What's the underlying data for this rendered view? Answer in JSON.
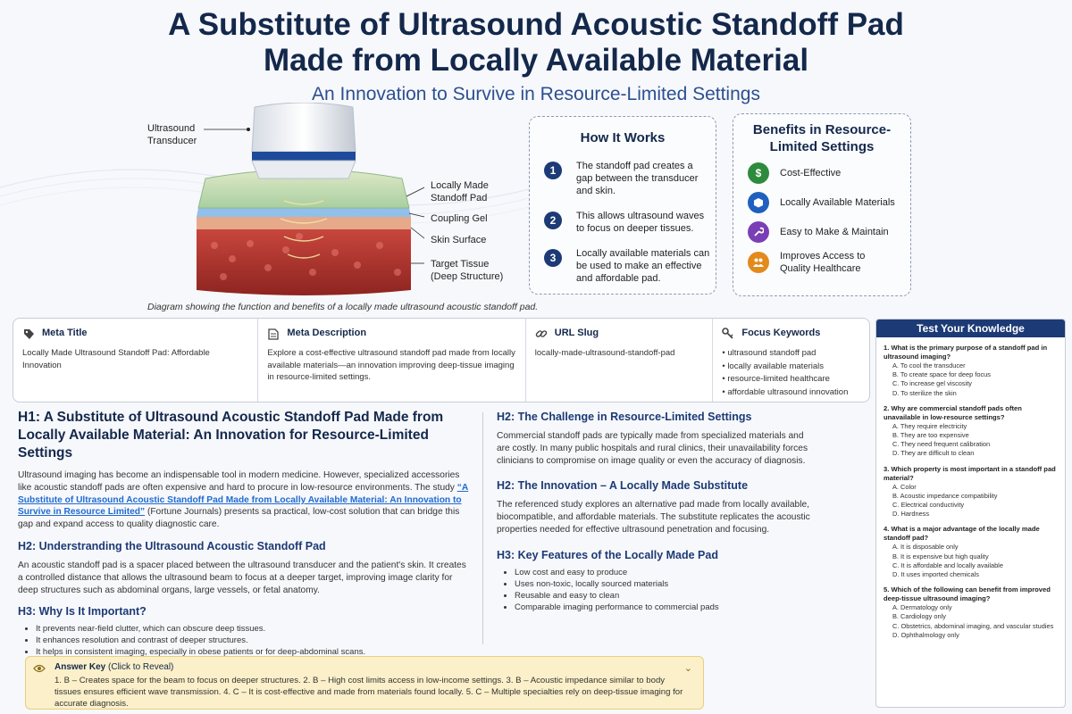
{
  "header": {
    "title_line1": "A Substitute of Ultrasound Acoustic Standoff Pad",
    "title_line2": "Made from Locally Available Material",
    "subtitle": "An Innovation to Survive in Resource-Limited Settings"
  },
  "diagram": {
    "labels": {
      "transducer": "Ultrasound\nTransducer",
      "pad": "Locally Made\nStandoff Pad",
      "gel": "Coupling Gel",
      "skin": "Skin Surface",
      "target": "Target Tissue\n(Deep Structure)"
    },
    "caption": "Diagram showing the function and benefits of a locally made ultrasound acoustic standoff pad."
  },
  "how_it_works": {
    "title": "How It Works",
    "steps": [
      {
        "num": "1",
        "text": "The standoff pad creates a gap between the transducer and skin."
      },
      {
        "num": "2",
        "text": "This allows ultrasound waves to focus on deeper tissues."
      },
      {
        "num": "3",
        "text": "Locally available materials can be used to make an effective and affordable pad."
      }
    ]
  },
  "benefits": {
    "title": "Benefits in Resource-Limited Settings",
    "items": [
      {
        "label": "Cost-Effective",
        "icon": "dollar-icon",
        "color": "#2e8b3e"
      },
      {
        "label": "Locally Available Materials",
        "icon": "box-icon",
        "color": "#1f5fbf"
      },
      {
        "label": "Easy to Make & Maintain",
        "icon": "wrench-icon",
        "color": "#7b3fb5"
      },
      {
        "label": "Improves Access to Quality Healthcare",
        "icon": "people-icon",
        "color": "#e38a1c"
      }
    ]
  },
  "meta": {
    "title_head": "Meta Title",
    "title_value": "Locally Made Ultrasound Standoff Pad: Affordable Innovation",
    "desc_head": "Meta Description",
    "desc_value": "Explore a cost-effective ultrasound standoff pad made from locally available materials—an innovation improving deep-tissue imaging in resource-limited settings.",
    "slug_head": "URL Slug",
    "slug_value": "locally-made-ultrasound-standoff-pad",
    "kw_head": "Focus Keywords",
    "keywords": [
      "ultrasound standoff pad",
      "locally available materials",
      "resource-limited healthcare",
      "affordable ultrasound innovation"
    ]
  },
  "article": {
    "h1": "H1: A Substitute of Ultrasound Acoustic Standoff Pad Made from Locally Available Material: An Innovation for Resource-Limited Settings",
    "intro_before": "Ultrasound imaging has become an indispensable tool in modern medicine. However, specialized accessories like acoustic standoff pads are often expensive and hard to procure in low-resource environments. The study ",
    "intro_link": "“A Substitute of Ultrasound Acoustic Standoff Pad Made from Locally Available Material: An Innovation to Survive in Resource Limited”",
    "intro_after": " (Fortune Journals) presents sa practical, low-cost solution that can bridge this gap and expand access to quality diagnostic care.",
    "h2_understanding": "H2: Understranding the Ultrasound Acoustic Standoff Pad",
    "p_understanding": "An acoustic standoff pad is a spacer placed between the ultrasound transducer and the patient's skin. It creates a controlled distance that allows the ultrasound beam to focus at a deeper target, improving image clarity for deep structures such as abdominal organs, large vessels, or fetal anatomy.",
    "h3_why": "H3: Why Is It Important?",
    "why_items": [
      "It prevents near-field clutter, which can obscure deep tissues.",
      "It enhances resolution and contrast of deeper structures.",
      "It helps in consistent imaging, especially in obese patients or for deep-abdominal scans."
    ],
    "h2_challenge": "H2: The Challenge in Resource-Limited Settings",
    "p_challenge": "Commercial standoff pads are typically made from specialized materials and are costly. In many public hospitals and rural clinics, their unavailability forces clinicians to compromise on image quality or even the accuracy of diagnosis.",
    "h2_innovation": "H2: The Innovation – A Locally Made Substitute",
    "p_innovation": "The referenced study explores an alternative pad made from locally available, biocompatible, and affordable materials. The substitute replicates the acoustic properties needed for effective ultrasound penetration and focusing.",
    "h3_features": "H3: Key Features of the Locally Made Pad",
    "feature_items": [
      "Low cost and easy to produce",
      "Uses non-toxic, locally sourced materials",
      "Reusable and easy to clean",
      "Comparable imaging performance to commercial pads"
    ]
  },
  "answer_key": {
    "label": "Answer Key",
    "hint": "(Click to Reveal)",
    "text": "1. B – Creates space for the beam to focus on deeper structures.  2. B – High cost limits access in low-income settings.  3. B – Acoustic impedance similar to body tissues ensures efficient wave transmission.  4. C – It is cost-effective and made from materials found locally.  5. C – Multiple specialties rely on deep-tissue imaging for accurate diagnosis."
  },
  "quiz": {
    "title": "Test Your Knowledge",
    "questions": [
      {
        "q": "1.  What is the primary purpose of a standoff pad in ultrasound imaging?",
        "options": [
          "A.   To cool the transducer",
          "B.   To create space for deep focus",
          "C.   To increase gel viscosity",
          "D.   To sterilize the skin"
        ]
      },
      {
        "q": "2.  Why are commercial standoff pads often unavailable in low-resource settings?",
        "options": [
          "A.   They require electricity",
          "B.   They are too expensive",
          "C.   They need frequent calibration",
          "D.   They are difficult to clean"
        ]
      },
      {
        "q": "3.  Which property is most important in a standoff pad material?",
        "options": [
          "A.   Color",
          "B.   Acoustic impedance compatibility",
          "C.   Electrical conductivity",
          "D.   Hardness"
        ]
      },
      {
        "q": "4.  What is a major advantage of the locally made standoff pad?",
        "options": [
          "A.   It is disposable only",
          "B.   It is expensive but high quality",
          "C.   It is affordable and locally available",
          "D.   It uses imported chemicals"
        ]
      },
      {
        "q": "5.  Which of the following can benefit from improved deep-tissue ultrasound imaging?",
        "options": [
          "A.   Dermatology only",
          "B.   Cardiology only",
          "C.   Obstetrics, abdominal imaging, and vascular studies",
          "D.   Ophthalmology only"
        ]
      }
    ]
  }
}
